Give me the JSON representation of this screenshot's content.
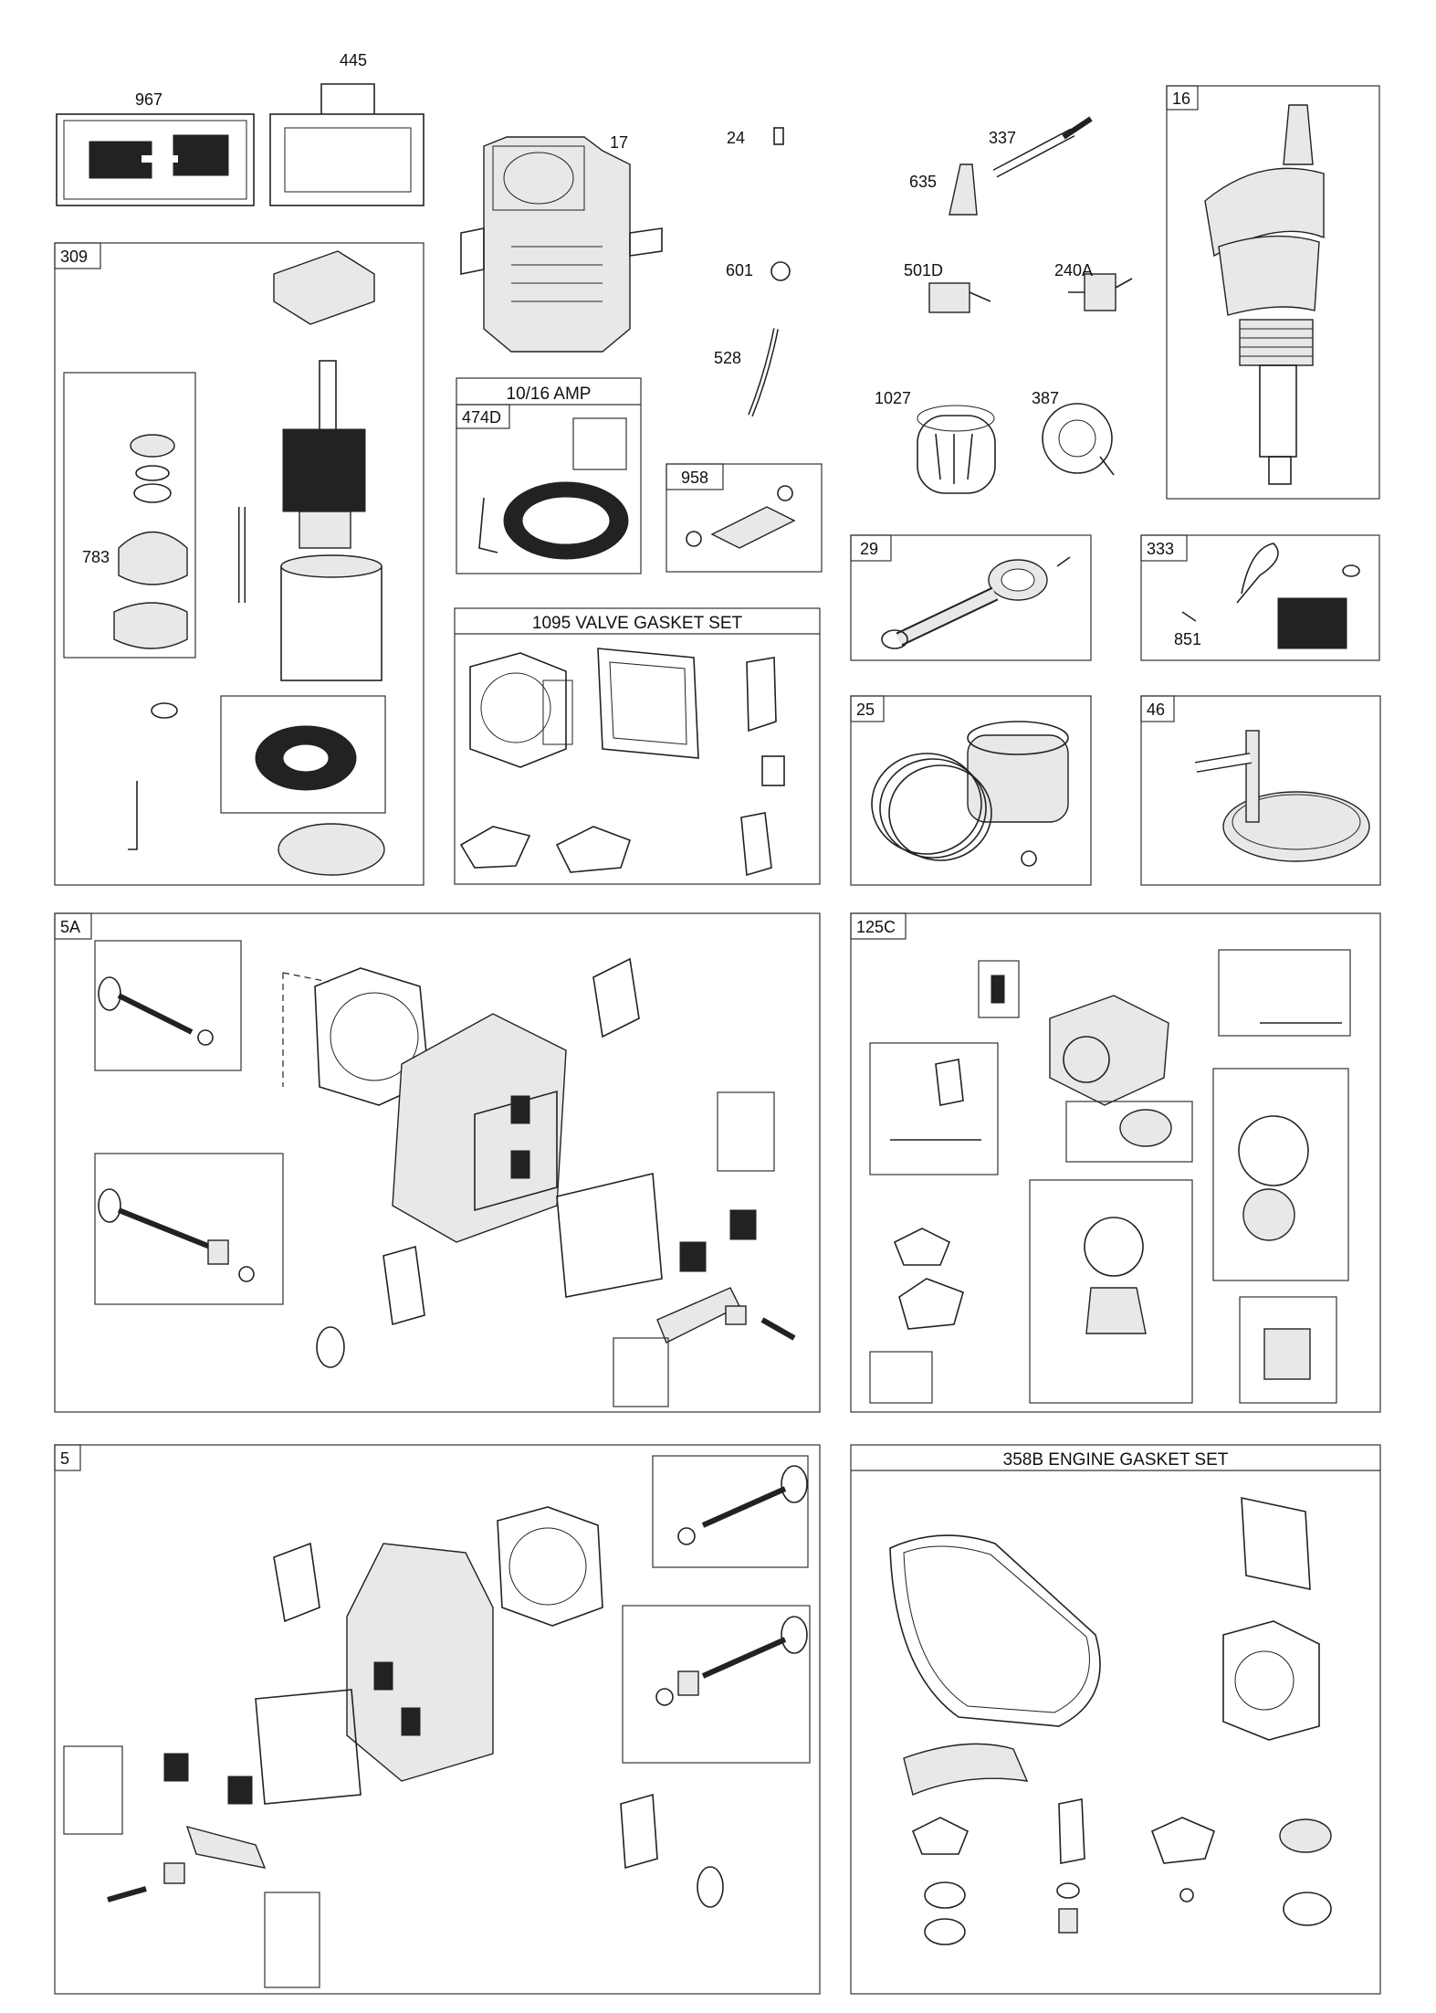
{
  "panels": {
    "p309": {
      "label": "309"
    },
    "p16": {
      "label": "16"
    },
    "p474d": {
      "label": "474D",
      "title": "10/16 AMP"
    },
    "p958": {
      "label": "958"
    },
    "p29": {
      "label": "29"
    },
    "p333": {
      "label": "333"
    },
    "p1095": {
      "title": "1095 VALVE GASKET SET"
    },
    "p25": {
      "label": "25"
    },
    "p46": {
      "label": "46"
    },
    "p5a": {
      "label": "5A"
    },
    "p125c": {
      "label": "125C"
    },
    "p5": {
      "label": "5"
    },
    "p358b": {
      "title": "358B ENGINE GASKET SET"
    }
  },
  "parts": {
    "p967": "967",
    "p445": "445",
    "p17": "17",
    "p24": "24",
    "p601": "601",
    "p528": "528",
    "p337": "337",
    "p635": "635",
    "p501d": "501D",
    "p240a": "240A",
    "p1027": "1027",
    "p387": "387",
    "p783": "783",
    "p851": "851"
  }
}
